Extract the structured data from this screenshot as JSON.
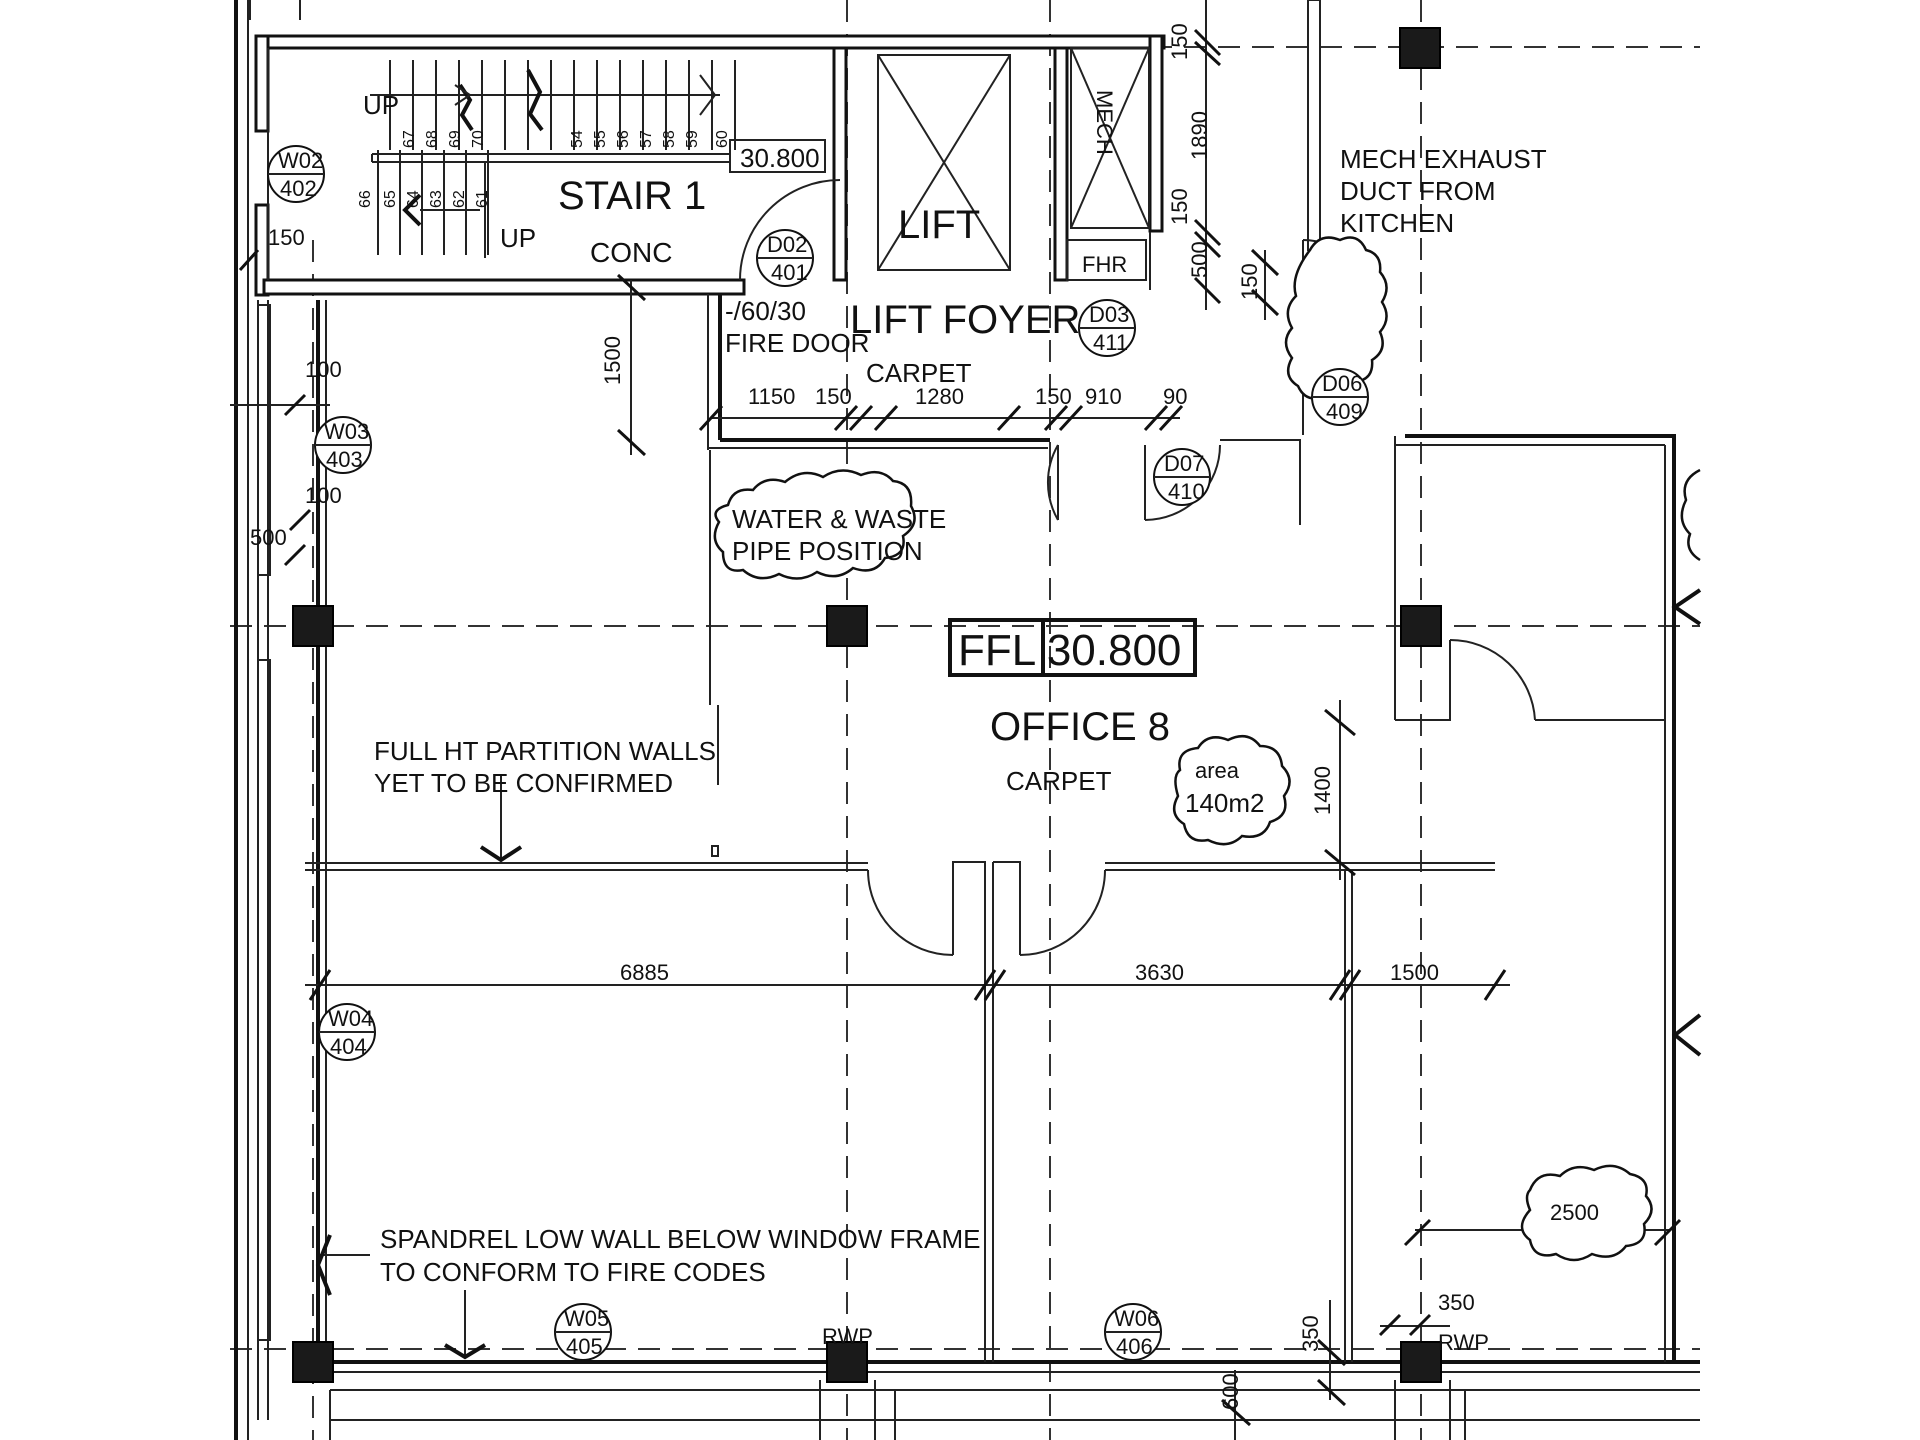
{
  "rooms": {
    "stair": "STAIR 1",
    "stair_finish": "CONC",
    "lift": "LIFT",
    "mech": "MECH",
    "fhr": "FHR",
    "lift_foyer": "LIFT FOYER",
    "foyer_finish": "CARPET",
    "office": "OFFICE 8",
    "office_finish": "CARPET",
    "ffl": "FFL 30.800",
    "stair_level": "30.800"
  },
  "stair": {
    "up_1": "UP",
    "up_2": "UP",
    "upper_treads": [
      "67",
      "68",
      "69",
      "70",
      "54",
      "55",
      "56",
      "57",
      "58",
      "59",
      "60"
    ],
    "lower_treads": [
      "66",
      "65",
      "64",
      "63",
      "62",
      "61"
    ]
  },
  "notes": {
    "fire_door_1": "-/60/30",
    "fire_door_2": "FIRE DOOR",
    "mech_1": "MECH EXHAUST",
    "mech_2": "DUCT FROM",
    "mech_3": "KITCHEN",
    "water_1": "WATER & WASTE",
    "water_2": "PIPE POSITION",
    "partition_1": "FULL HT PARTITION WALLS",
    "partition_2": "YET TO BE CONFIRMED",
    "spandrel_1": "SPANDREL LOW WALL BELOW WINDOW FRAME",
    "spandrel_2": "TO CONFORM TO FIRE CODES",
    "area_1": "area",
    "area_2": "140m2",
    "rwp_1": "RWP",
    "rwp_2": "RWP"
  },
  "tags": {
    "w02": {
      "top": "W02",
      "bottom": "402"
    },
    "w03": {
      "top": "W03",
      "bottom": "403"
    },
    "w04": {
      "top": "W04",
      "bottom": "404"
    },
    "w05": {
      "top": "W05",
      "bottom": "405"
    },
    "w06": {
      "top": "W06",
      "bottom": "406"
    },
    "d02": {
      "top": "D02",
      "bottom": "401"
    },
    "d03": {
      "top": "D03",
      "bottom": "411"
    },
    "d06": {
      "top": "D06",
      "bottom": "409"
    },
    "d07": {
      "top": "D07",
      "bottom": "410"
    }
  },
  "dims": {
    "d150_left": "150",
    "d100_a": "100",
    "d100_b": "100",
    "d500_left": "500",
    "d1500_v": "1500",
    "d1150": "1150",
    "d150_a": "150",
    "d1280": "1280",
    "d150_b": "150",
    "d910": "910",
    "d90": "90",
    "d150_top": "150",
    "d1890": "1890",
    "d150_mid": "150",
    "d500_mid": "500",
    "d150_right": "150",
    "d1400": "1400",
    "d6885": "6885",
    "d3630": "3630",
    "d1500_h": "1500",
    "d2500": "2500",
    "d350_a": "350",
    "d350_b": "350",
    "d600": "600"
  }
}
